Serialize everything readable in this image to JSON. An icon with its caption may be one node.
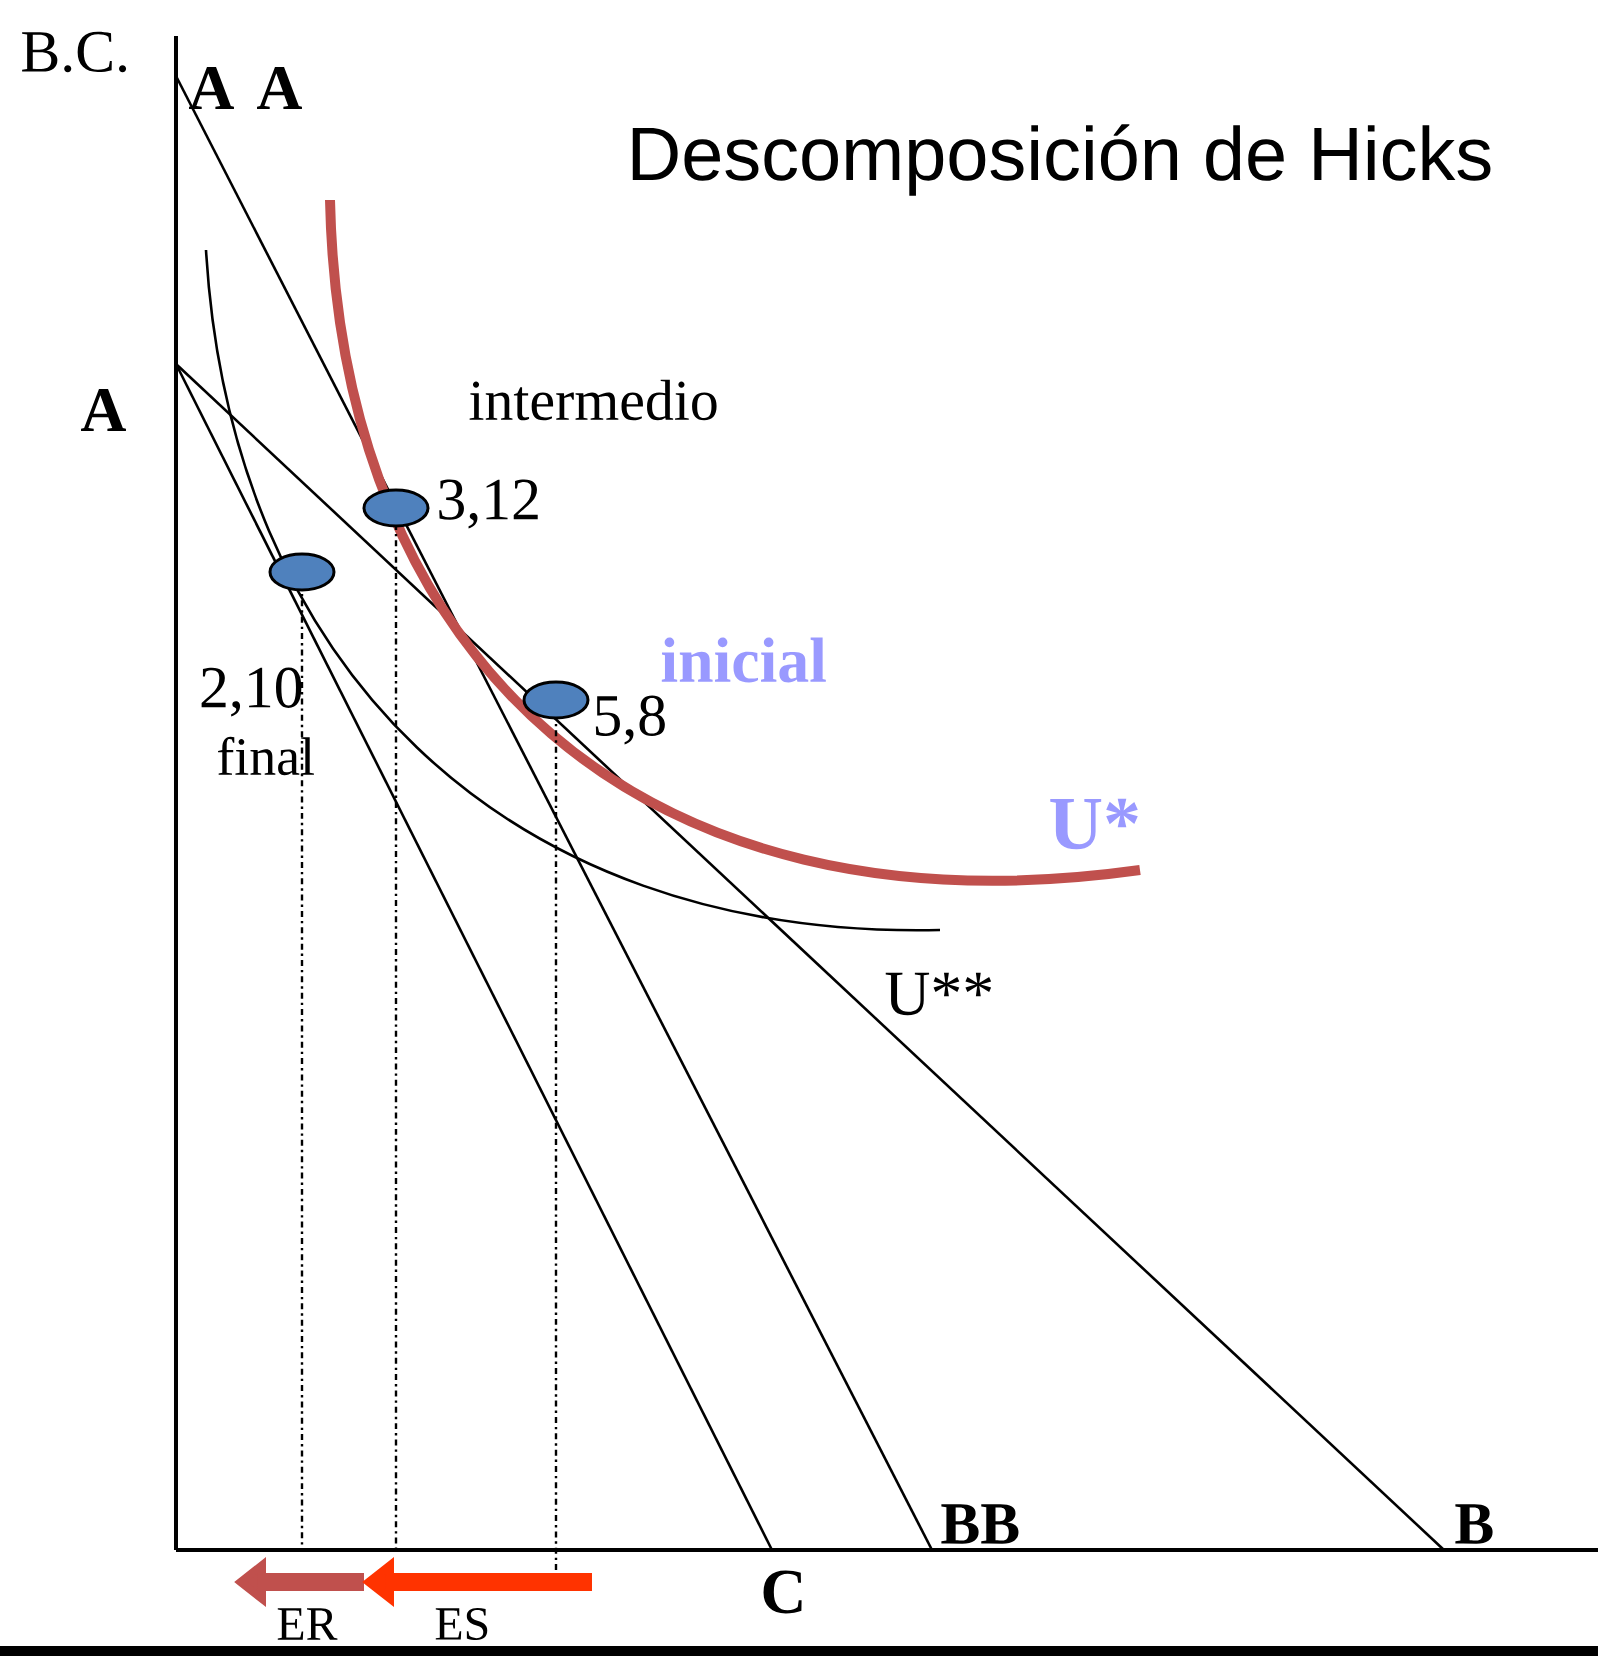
{
  "diagram": {
    "title": "Descomposición de Hicks",
    "nodes": [
      {
        "text": [],
        "shape": "ellipse",
        "beside": [
          "3,12"
        ]
      },
      {
        "text": [],
        "shape": "ellipse",
        "beside": [
          "2,10"
        ]
      },
      {
        "text": [],
        "shape": "ellipse",
        "beside": [
          "5,8"
        ]
      }
    ],
    "labels": [
      "B.C.",
      "A",
      "A",
      "A",
      "intermedio",
      "inicial",
      "final",
      "U*",
      "U**",
      "BB",
      "B",
      "C",
      "ER",
      "ES"
    ]
  }
}
